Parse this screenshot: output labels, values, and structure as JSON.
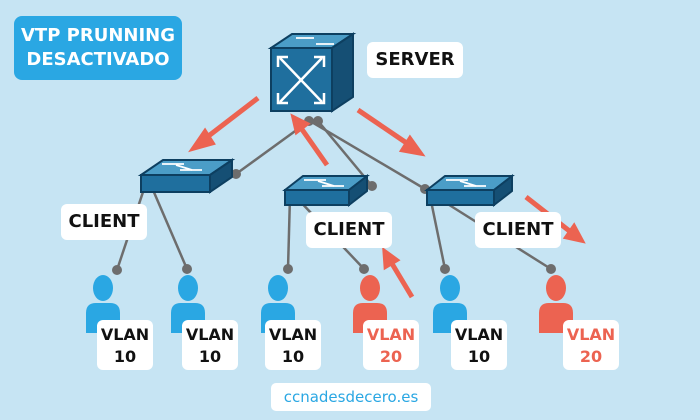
{
  "title": {
    "line1": "VTP PRUNNING",
    "line2": "DESACTIVADO"
  },
  "server_label": "SERVER",
  "client_labels": [
    "CLIENT",
    "CLIENT",
    "CLIENT"
  ],
  "hosts": [
    {
      "vlan_text": "VLAN",
      "vlan_num": "10",
      "status": "normal"
    },
    {
      "vlan_text": "VLAN",
      "vlan_num": "10",
      "status": "normal"
    },
    {
      "vlan_text": "VLAN",
      "vlan_num": "10",
      "status": "normal"
    },
    {
      "vlan_text": "VLAN",
      "vlan_num": "20",
      "status": "highlighted"
    },
    {
      "vlan_text": "VLAN",
      "vlan_num": "10",
      "status": "normal"
    },
    {
      "vlan_text": "VLAN",
      "vlan_num": "20",
      "status": "highlighted"
    }
  ],
  "footer": "ccnadesdecero.es",
  "colors": {
    "background": "#c6e4f3",
    "accent_blue": "#2aa7e3",
    "alert_red": "#ec6351",
    "device": "#1f6f9e",
    "link": "#6d6d6d"
  }
}
